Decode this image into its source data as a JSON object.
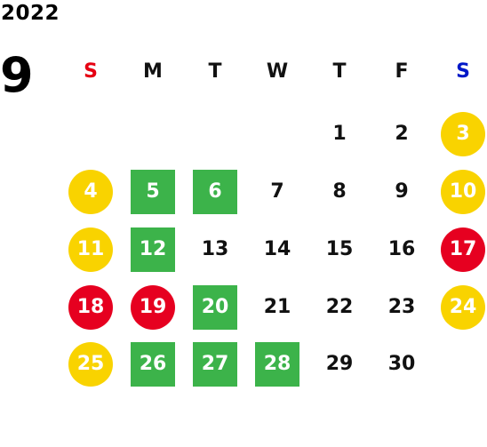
{
  "calendar": {
    "year": "2022",
    "month": "9",
    "weekdays": [
      {
        "label": "S",
        "color": "#e60012"
      },
      {
        "label": "M",
        "color": "#111111"
      },
      {
        "label": "T",
        "color": "#111111"
      },
      {
        "label": "W",
        "color": "#111111"
      },
      {
        "label": "T",
        "color": "#111111"
      },
      {
        "label": "F",
        "color": "#111111"
      },
      {
        "label": "S",
        "color": "#0018c8"
      }
    ],
    "colors": {
      "holiday_yellow": "#f9d300",
      "holiday_red": "#e60020",
      "green": "#3cb34a",
      "text": "#111111"
    },
    "days": [
      {
        "day": "1",
        "row": 0,
        "col": 4,
        "style": "plain"
      },
      {
        "day": "2",
        "row": 0,
        "col": 5,
        "style": "plain"
      },
      {
        "day": "3",
        "row": 0,
        "col": 6,
        "style": "yellow-circle"
      },
      {
        "day": "4",
        "row": 1,
        "col": 0,
        "style": "yellow-circle"
      },
      {
        "day": "5",
        "row": 1,
        "col": 1,
        "style": "green-square"
      },
      {
        "day": "6",
        "row": 1,
        "col": 2,
        "style": "green-square"
      },
      {
        "day": "7",
        "row": 1,
        "col": 3,
        "style": "plain"
      },
      {
        "day": "8",
        "row": 1,
        "col": 4,
        "style": "plain"
      },
      {
        "day": "9",
        "row": 1,
        "col": 5,
        "style": "plain"
      },
      {
        "day": "10",
        "row": 1,
        "col": 6,
        "style": "yellow-circle"
      },
      {
        "day": "11",
        "row": 2,
        "col": 0,
        "style": "yellow-circle"
      },
      {
        "day": "12",
        "row": 2,
        "col": 1,
        "style": "green-square"
      },
      {
        "day": "13",
        "row": 2,
        "col": 2,
        "style": "plain"
      },
      {
        "day": "14",
        "row": 2,
        "col": 3,
        "style": "plain"
      },
      {
        "day": "15",
        "row": 2,
        "col": 4,
        "style": "plain"
      },
      {
        "day": "16",
        "row": 2,
        "col": 5,
        "style": "plain"
      },
      {
        "day": "17",
        "row": 2,
        "col": 6,
        "style": "red-circle"
      },
      {
        "day": "18",
        "row": 3,
        "col": 0,
        "style": "red-circle"
      },
      {
        "day": "19",
        "row": 3,
        "col": 1,
        "style": "red-circle"
      },
      {
        "day": "20",
        "row": 3,
        "col": 2,
        "style": "green-square"
      },
      {
        "day": "21",
        "row": 3,
        "col": 3,
        "style": "plain"
      },
      {
        "day": "22",
        "row": 3,
        "col": 4,
        "style": "plain"
      },
      {
        "day": "23",
        "row": 3,
        "col": 5,
        "style": "plain"
      },
      {
        "day": "24",
        "row": 3,
        "col": 6,
        "style": "yellow-circle"
      },
      {
        "day": "25",
        "row": 4,
        "col": 0,
        "style": "yellow-circle"
      },
      {
        "day": "26",
        "row": 4,
        "col": 1,
        "style": "green-square"
      },
      {
        "day": "27",
        "row": 4,
        "col": 2,
        "style": "green-square"
      },
      {
        "day": "28",
        "row": 4,
        "col": 3,
        "style": "green-square"
      },
      {
        "day": "29",
        "row": 4,
        "col": 4,
        "style": "plain"
      },
      {
        "day": "30",
        "row": 4,
        "col": 5,
        "style": "plain"
      }
    ]
  }
}
